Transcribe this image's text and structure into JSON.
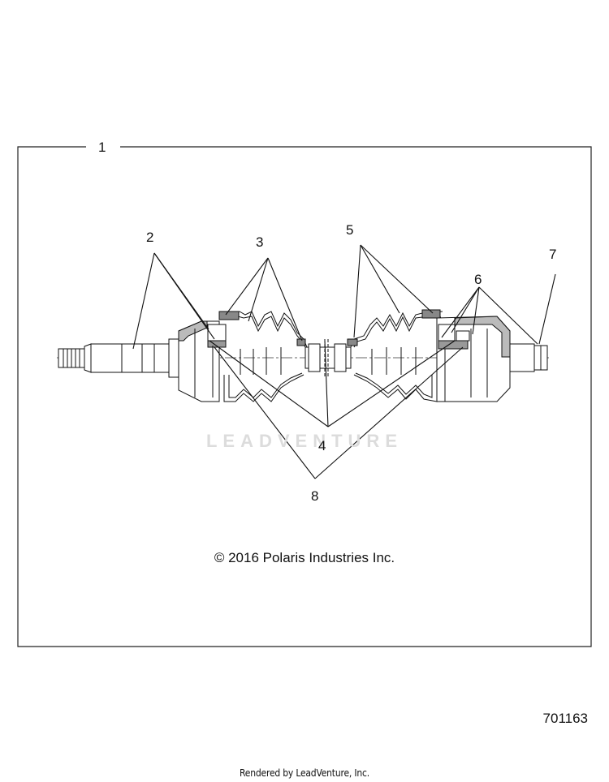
{
  "callouts": {
    "c1": "1",
    "c2": "2",
    "c3": "3",
    "c4": "4",
    "c5": "5",
    "c6": "6",
    "c7": "7",
    "c8": "8"
  },
  "copyright": "© 2016 Polaris Industries Inc.",
  "diagram_id": "701163",
  "watermark": "LEADVENTURE",
  "footer": "Rendered by LeadVenture, Inc.",
  "colors": {
    "line": "#111111",
    "watermark": "#dcdcdc"
  }
}
